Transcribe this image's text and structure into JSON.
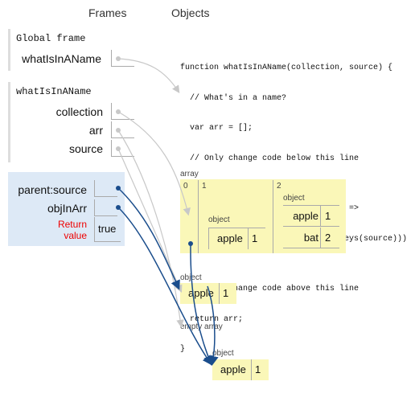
{
  "headers": {
    "frames": "Frames",
    "objects": "Objects"
  },
  "global_frame": {
    "title": "Global frame",
    "vars": [
      {
        "name": "whatIsInAName"
      }
    ]
  },
  "func_frame": {
    "title": "whatIsInAName",
    "vars": [
      {
        "name": "collection"
      },
      {
        "name": "arr"
      },
      {
        "name": "source"
      }
    ]
  },
  "active_frame": {
    "vars": [
      {
        "name": "parent:source"
      },
      {
        "name": "objInArr"
      }
    ],
    "return_label_1": "Return",
    "return_label_2": "value",
    "return_value": "true"
  },
  "code_lines": [
    "function whatIsInAName(collection, source) {",
    "  // What's in a name?",
    "  var arr = [];",
    "  // Only change code below this line",
    "",
    "  arr = collection.filter(objInArr =>",
    "  objInArr.hasOwnProperty(Object.keys(source)))",
    "",
    "  // Only change code above this line",
    "  return arr;",
    "}"
  ],
  "array_obj": {
    "label": "array",
    "indices": [
      "0",
      "1",
      "2"
    ],
    "obj1": {
      "label": "object",
      "key": "apple",
      "value": "1"
    },
    "obj2": {
      "label": "object",
      "rows": [
        {
          "key": "apple",
          "value": "1"
        },
        {
          "key": "bat",
          "value": "2"
        }
      ]
    }
  },
  "object_a": {
    "label": "object",
    "key": "apple",
    "value": "1"
  },
  "empty_array": {
    "label": "empty array"
  },
  "object_b": {
    "label": "object",
    "key": "apple",
    "value": "1"
  },
  "colors": {
    "frame_highlight": "#dde9f6",
    "heap_yellow": "#faf7b8",
    "pointer_active": "#1a4d8c",
    "pointer_inactive": "#c8c8c8",
    "return_red": "#e00000"
  }
}
